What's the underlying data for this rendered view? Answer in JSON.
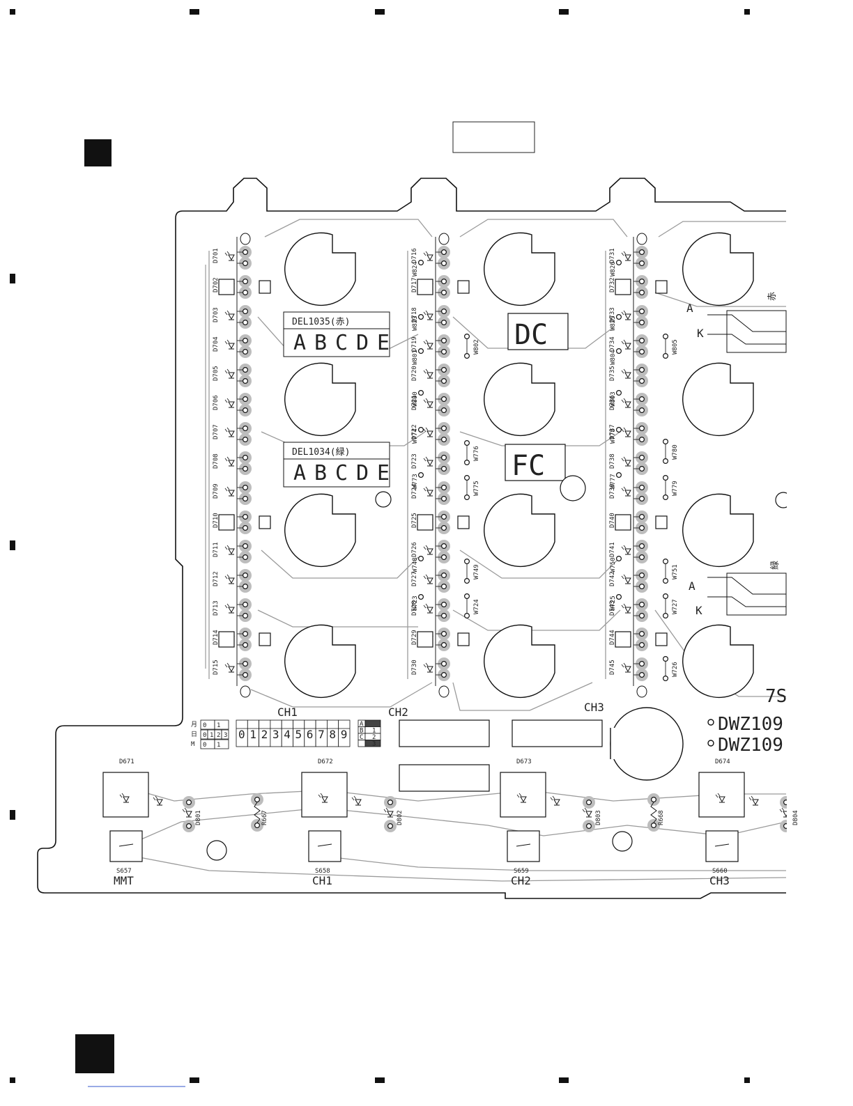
{
  "board": {
    "channel_labels": [
      "CH1",
      "CH2",
      "CH3"
    ],
    "box_dc": "DC",
    "box_fc": "FC",
    "del_1035": {
      "title": "DEL1035(赤)",
      "letters": [
        "A",
        "B",
        "C",
        "D",
        "E"
      ]
    },
    "del_1034": {
      "title": "DEL1034(緑)",
      "letters": [
        "A",
        "B",
        "C",
        "D",
        "E"
      ]
    },
    "red_mark": "赤",
    "green_mark": "緑",
    "anode": "A",
    "cathode": "K",
    "digits": [
      "0",
      "1",
      "2",
      "3",
      "4",
      "5",
      "6",
      "7",
      "8",
      "9"
    ],
    "month_grid": {
      "rows": [
        "月",
        "日",
        "M"
      ],
      "cells": [
        [
          "0",
          "1"
        ],
        [
          "0",
          "1",
          "2",
          "3"
        ],
        [
          "0",
          "1"
        ]
      ]
    },
    "abc_grid": {
      "rows": [
        [
          "A",
          ""
        ],
        [
          "B",
          "1"
        ],
        [
          "C",
          "2"
        ],
        [
          "",
          "3"
        ]
      ]
    },
    "part_number_1": "DWZ109",
    "part_number_2": "DWZ109",
    "edge_text": "7S",
    "col1_leds": [
      "D701",
      "D702",
      "D703",
      "D704",
      "D705",
      "D706",
      "D707",
      "D708",
      "D709",
      "D710",
      "D711",
      "D712",
      "D713",
      "D714",
      "D715"
    ],
    "col2_leds": [
      "D716",
      "D717",
      "D718",
      "D719",
      "D720",
      "D721",
      "D722",
      "D723",
      "D724",
      "D725",
      "D726",
      "D727",
      "D728",
      "D729",
      "D730"
    ],
    "col3_leds": [
      "D731",
      "D732",
      "D733",
      "D734",
      "D735",
      "D736",
      "D737",
      "D738",
      "D739",
      "D740",
      "D741",
      "D742",
      "D743",
      "D744",
      "D745"
    ],
    "col2_jumpers": [
      "W824",
      "W823",
      "W801",
      "W800",
      "W774",
      "W773",
      "W748",
      "W723"
    ],
    "col2_right_jumpers": [
      "W802",
      "W776",
      "W775",
      "W749",
      "W724"
    ],
    "col3_jumpers": [
      "W826",
      "W825",
      "W804",
      "W803",
      "W778",
      "W777",
      "W750",
      "W725"
    ],
    "col3_right_jumpers": [
      "W805",
      "W780",
      "W779",
      "W751",
      "W727",
      "W726"
    ],
    "bottom_leds": [
      "D671",
      "D672",
      "D673",
      "D674"
    ],
    "diodes": [
      "D801",
      "D802",
      "D803",
      "D804"
    ],
    "resistors": [
      "R667",
      "R668"
    ],
    "switches": [
      {
        "ref": "S657",
        "name": "MMT"
      },
      {
        "ref": "S658",
        "name": "CH1"
      },
      {
        "ref": "S659",
        "name": "CH2"
      },
      {
        "ref": "S660",
        "name": "CH3"
      }
    ]
  }
}
